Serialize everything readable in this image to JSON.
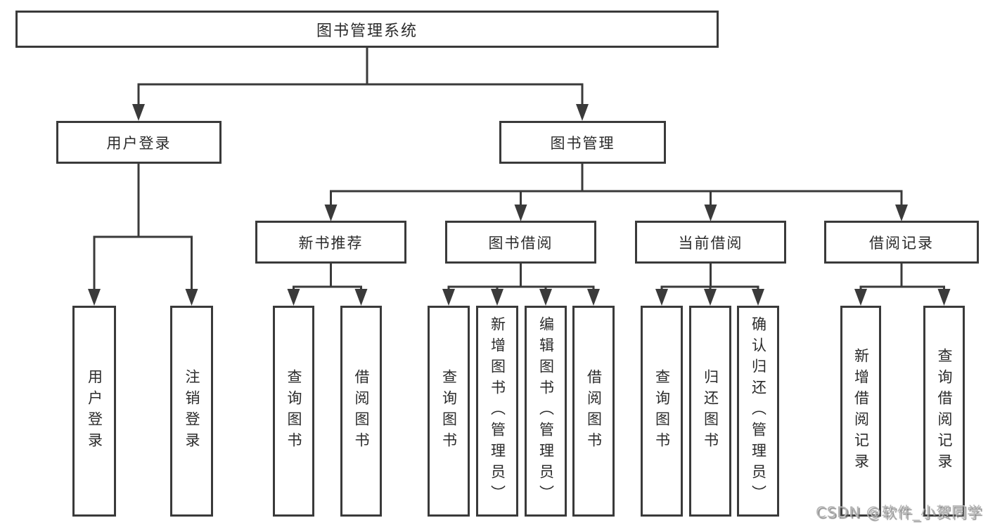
{
  "diagram": {
    "root": {
      "label": "图书管理系统"
    },
    "branches": [
      {
        "label": "用户登录",
        "children": [
          {
            "label": "用户登录"
          },
          {
            "label": "注销登录"
          }
        ]
      },
      {
        "label": "图书管理",
        "children": [
          {
            "label": "新书推荐",
            "children": [
              {
                "label": "查询图书"
              },
              {
                "label": "借阅图书"
              }
            ]
          },
          {
            "label": "图书借阅",
            "children": [
              {
                "label": "查询图书"
              },
              {
                "label": "新增图书（管理员）"
              },
              {
                "label": "编辑图书（管理员）"
              },
              {
                "label": "借阅图书"
              }
            ]
          },
          {
            "label": "当前借阅",
            "children": [
              {
                "label": "查询图书"
              },
              {
                "label": "归还图书"
              },
              {
                "label": "确认归还（管理员）"
              }
            ]
          },
          {
            "label": "借阅记录",
            "children": [
              {
                "label": "新增借阅记录"
              },
              {
                "label": "查询借阅记录"
              }
            ]
          }
        ]
      }
    ]
  },
  "watermark": "CSDN @软件_小贺同学",
  "colors": {
    "line": "#3a3a3a",
    "text": "#2b2b2b",
    "watermark": "#b5b5b5",
    "background": "#ffffff"
  }
}
